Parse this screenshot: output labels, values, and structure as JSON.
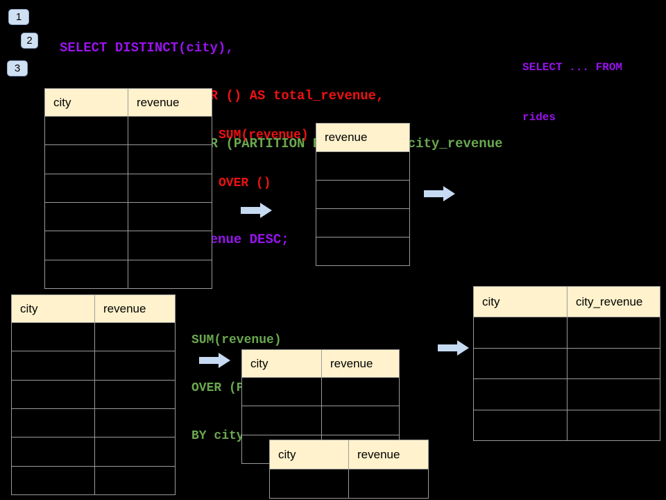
{
  "colors": {
    "background": "#000000",
    "sql_purple": "#9913ee",
    "sql_red": "#ee1111",
    "sql_green": "#6aa84f",
    "arrow_fill": "#c6daf2",
    "badge_bg": "#cfe0f3",
    "badge_border": "#8fa8c8",
    "table_header_bg": "#fff2cc",
    "table_border": "#9b9b9b",
    "header_text": "#000000"
  },
  "step_badges": [
    {
      "label": "1"
    },
    {
      "label": "2"
    },
    {
      "label": "3"
    }
  ],
  "sql_code": {
    "lines": [
      {
        "text": "SELECT DISTINCT(city),",
        "color": "sql_purple"
      },
      {
        "text": "   SUM(revenue) OVER () AS total_revenue,",
        "color": "sql_red"
      },
      {
        "text": "   SUM(revenue) OVER (PARTITION BY city) as city_revenue",
        "color": "sql_green"
      },
      {
        "text": "  FROM rides",
        "color": "sql_purple"
      },
      {
        "text": "  ORDER by city_revenue DESC;",
        "color": "sql_purple"
      }
    ]
  },
  "side_note": {
    "lines": [
      "SELECT ... FROM",
      "rides"
    ],
    "color": "sql_purple"
  },
  "annotations": {
    "total_label": {
      "lines": [
        "SUM(revenue)",
        "OVER ()"
      ],
      "color": "sql_red"
    },
    "partition_label": {
      "lines": [
        "SUM(revenue)",
        "OVER (PARTITION",
        "BY city)"
      ],
      "color": "sql_green"
    }
  },
  "tables": {
    "source_top": {
      "headers": [
        "city",
        "revenue"
      ],
      "row_count": 6
    },
    "total_result": {
      "headers": [
        "revenue"
      ],
      "row_count": 4
    },
    "source_bottom": {
      "headers": [
        "city",
        "revenue"
      ],
      "row_count": 6
    },
    "partition_result": {
      "headers": [
        "city",
        "revenue"
      ],
      "row_count": 3
    },
    "partition_result_overlay": {
      "headers": [
        "city",
        "revenue"
      ],
      "row_count": 1
    },
    "final_result": {
      "headers": [
        "city",
        "city_revenue"
      ],
      "row_count": 4
    }
  }
}
